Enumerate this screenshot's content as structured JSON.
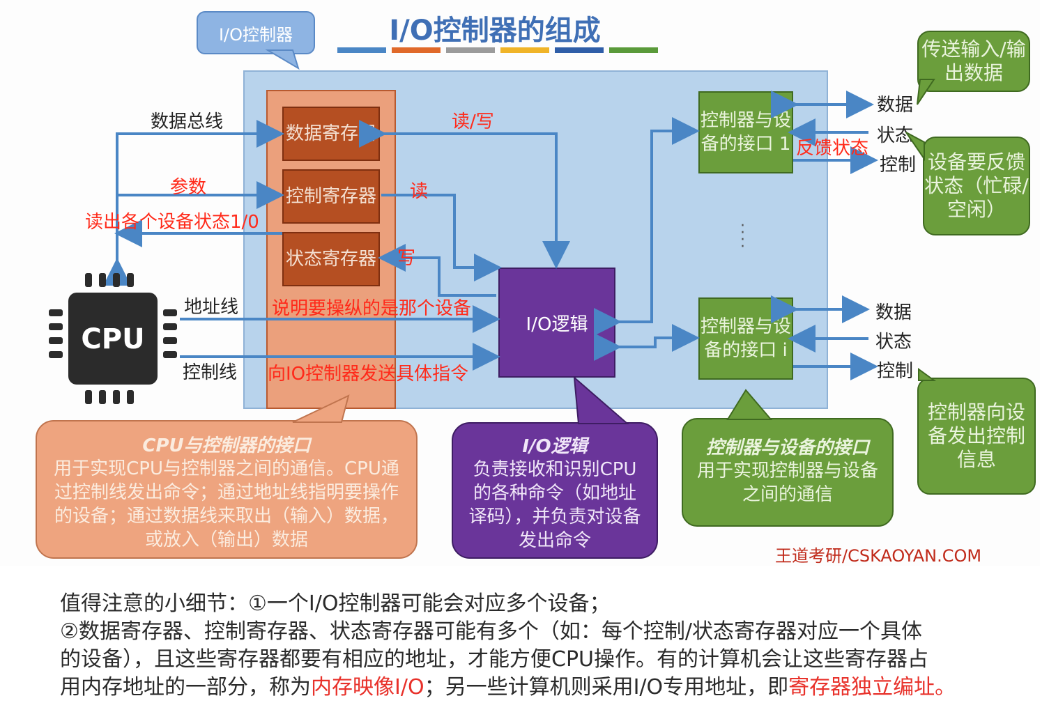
{
  "title": "I/O控制器的组成",
  "title_underline_colors": [
    "#4a86c5",
    "#e0692a",
    "#9b9b9b",
    "#f0b428",
    "#2f5ea8",
    "#5a9a3a"
  ],
  "callout_io_controller": "I/O控制器",
  "registers": {
    "data": "数据寄存器",
    "control": "控制寄存器",
    "status": "状态寄存器"
  },
  "io_logic": "I/O逻辑",
  "device_interface_1": "控制器与设备的接口 1",
  "device_interface_i": "控制器与设备的接口 i",
  "cpu_chip": "CPU",
  "bus_labels": {
    "data_bus": "数据总线",
    "address_line": "地址线",
    "control_line": "控制线"
  },
  "red_annotations": {
    "params": "参数",
    "read_status": "读出各个设备状态1/0",
    "read_write": "读/写",
    "read": "读",
    "write": "写",
    "which_device": "说明要操纵的是那个设备",
    "send_cmd": "向IO控制器发送具体指令",
    "feedback": "反馈状态"
  },
  "device_signals_1": [
    "数据",
    "状态",
    "控制"
  ],
  "device_signals_i": [
    "数据",
    "状态",
    "控制"
  ],
  "bubbles": {
    "transfer_io": "传送输入/输出数据",
    "device_feedback": "设备要反馈状态（忙碌/空闲）",
    "controller_to_device": "控制器向设备发出控制信息",
    "cpu_if_title": "CPU与控制器的接口",
    "cpu_if_body": "用于实现CPU与控制器之间的通信。CPU通过控制线发出命令；通过地址线指明要操作的设备；通过数据线来取出（输入）数据，或放入（输出）数据",
    "io_logic_title": "I/O逻辑",
    "io_logic_body": "负责接收和识别CPU的各种命令（如地址译码），并负责对设备发出命令",
    "dev_if_title": "控制器与设备的接口",
    "dev_if_body": "用于实现控制器与设备之间的通信"
  },
  "watermark": "王道考研/CSKAOYAN.COM",
  "note": {
    "line1": "值得注意的小细节：①一个I/O控制器可能会对应多个设备；",
    "line2": "②数据寄存器、控制寄存器、状态寄存器可能有多个（如：每个控制/状态寄存器对应一个具体",
    "line3": "的设备），且这些寄存器都要有相应的地址，才能方便CPU操作。有的计算机会让这些寄存器占",
    "line4_a": "用内存地址的一部分，称为",
    "line4_hl1": "内存映像I/O",
    "line4_b": "；另一些计算机则采用I/O专用地址，即",
    "line4_hl2": "寄存器独立编址。"
  }
}
